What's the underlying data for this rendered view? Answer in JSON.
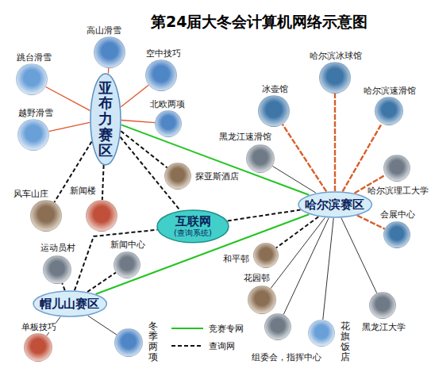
{
  "diagram": {
    "title": "第24届大冬会计算机网络示意图",
    "nodes": [
      {
        "text": [
          "亚布力赛区"
        ]
      },
      {
        "text": [
          "哈尔滨赛区"
        ]
      },
      {
        "text": [
          "帽儿山赛区"
        ]
      },
      {
        "text": [
          "互联网",
          "(查询系统)"
        ]
      },
      {
        "text": [
          "高山滑雪"
        ]
      },
      {
        "text": [
          "跳台滑雪"
        ]
      },
      {
        "text": [
          "空中技巧"
        ]
      },
      {
        "text": [
          "越野滑雪"
        ]
      },
      {
        "text": [
          "北欧两项"
        ]
      },
      {
        "text": [
          "风车山庄"
        ]
      },
      {
        "text": [
          "新闻楼"
        ]
      },
      {
        "text": [
          "探亚斯酒店"
        ]
      },
      {
        "text": [
          "冰壶馆"
        ]
      },
      {
        "text": [
          "哈尔滨冰球馆"
        ]
      },
      {
        "text": [
          "哈尔滨速滑馆"
        ]
      },
      {
        "text": [
          "黑龙江速滑馆"
        ]
      },
      {
        "text": [
          "哈尔滨理工大学"
        ]
      },
      {
        "text": [
          "和平邨"
        ]
      },
      {
        "text": [
          "会展中心"
        ]
      },
      {
        "text": [
          "花园邨"
        ]
      },
      {
        "text": [
          "黑龙江大学"
        ]
      },
      {
        "text": [
          "组委会，指挥中心"
        ]
      },
      {
        "text": [
          "花旗饭店"
        ]
      },
      {
        "text": [
          "运动员村"
        ]
      },
      {
        "text": [
          "新闻中心"
        ]
      },
      {
        "text": [
          "单板技巧"
        ]
      },
      {
        "text": [
          "冬季两项"
        ]
      }
    ],
    "edges": [
      {
        "from": 0,
        "to": 1,
        "arrow": "none"
      },
      {
        "from": 2,
        "to": 1,
        "arrow": "none"
      },
      {
        "from": 0,
        "to": 4,
        "arrow": "none"
      },
      {
        "from": 0,
        "to": 5,
        "arrow": "none"
      },
      {
        "from": 0,
        "to": 6,
        "arrow": "none"
      },
      {
        "from": 0,
        "to": 7,
        "arrow": "none"
      },
      {
        "from": 0,
        "to": 8,
        "arrow": "none"
      },
      {
        "from": 0,
        "to": 9,
        "arrow": "none"
      },
      {
        "from": 0,
        "to": 10,
        "arrow": "none"
      },
      {
        "from": 0,
        "to": 11,
        "arrow": "none"
      },
      {
        "from": 0,
        "to": 3,
        "arrow": "none"
      },
      {
        "from": 2,
        "to": 3,
        "arrow": "none"
      },
      {
        "from": 3,
        "to": 1,
        "arrow": "none"
      },
      {
        "from": 1,
        "to": 12,
        "arrow": "none"
      },
      {
        "from": 1,
        "to": 13,
        "arrow": "none"
      },
      {
        "from": 1,
        "to": 14,
        "arrow": "none"
      },
      {
        "from": 1,
        "to": 16,
        "arrow": "none"
      },
      {
        "from": 1,
        "to": 18,
        "arrow": "none"
      },
      {
        "from": 1,
        "to": 15,
        "arrow": "none"
      },
      {
        "from": 1,
        "to": 17,
        "arrow": "none"
      },
      {
        "from": 1,
        "to": 19,
        "arrow": "none"
      },
      {
        "from": 1,
        "to": 20,
        "arrow": "none"
      },
      {
        "from": 1,
        "to": 21,
        "arrow": "none"
      },
      {
        "from": 1,
        "to": 22,
        "arrow": "none"
      },
      {
        "from": 2,
        "to": 23,
        "arrow": "none"
      },
      {
        "from": 2,
        "to": 24,
        "arrow": "none"
      },
      {
        "from": 2,
        "to": 25,
        "arrow": "none"
      },
      {
        "from": 2,
        "to": 26,
        "arrow": "none"
      }
    ],
    "legend": [
      {
        "text": "竞赛专网"
      },
      {
        "text": "查询网"
      }
    ]
  }
}
